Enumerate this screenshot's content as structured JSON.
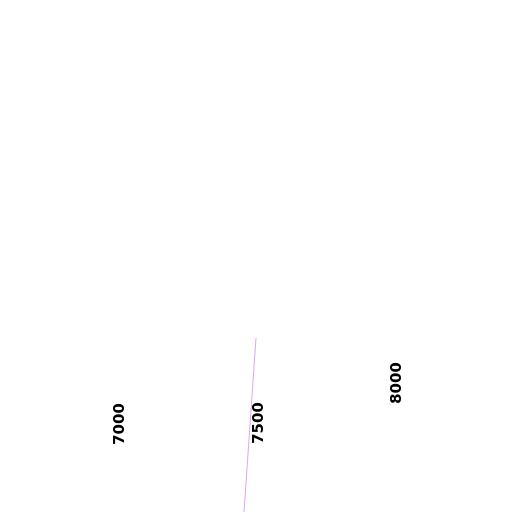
{
  "map": {
    "background_color": "#ffffff",
    "line_color": "#d8a8f0",
    "label_color": "#000000",
    "labels": [
      {
        "text": "7000"
      },
      {
        "text": "7500"
      },
      {
        "text": "8000"
      }
    ]
  }
}
